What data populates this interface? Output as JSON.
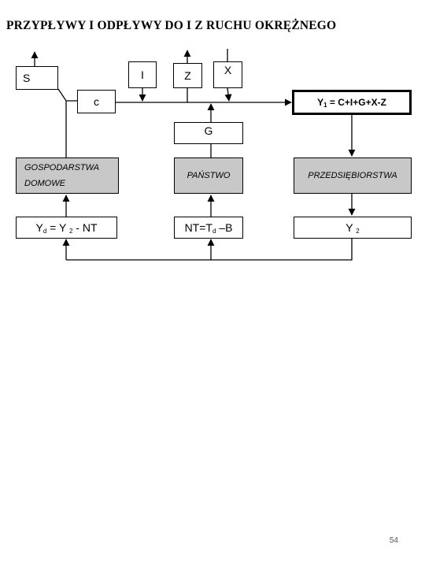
{
  "title": "PRZYPŁYWY I ODPŁYWY DO I Z RUCHU OKRĘŻNEGO",
  "boxes": {
    "s": "S",
    "c": "c",
    "i": "I",
    "z": "Z",
    "x": "X",
    "y1_main": "Y",
    "y1_sub": "1",
    "y1_rest": " = C+I+G+X-Z",
    "g": "G",
    "gospodarstwa_line1": "GOSPODARSTWA",
    "gospodarstwa_line2": "DOMOWE",
    "panstwo": "PAŃSTWO",
    "przedsiebiorstwa": "PRZEDSIĘBIORSTWA",
    "yd_main": "Y",
    "yd_sub": "d",
    "yd_mid": " = Y ",
    "yd_sub2": "2",
    "yd_rest": " - NT",
    "nt_main": "NT=T",
    "nt_sub": "d",
    "nt_rest": " –B",
    "y2_main": "Y ",
    "y2_sub": "2"
  },
  "page_number": "54"
}
